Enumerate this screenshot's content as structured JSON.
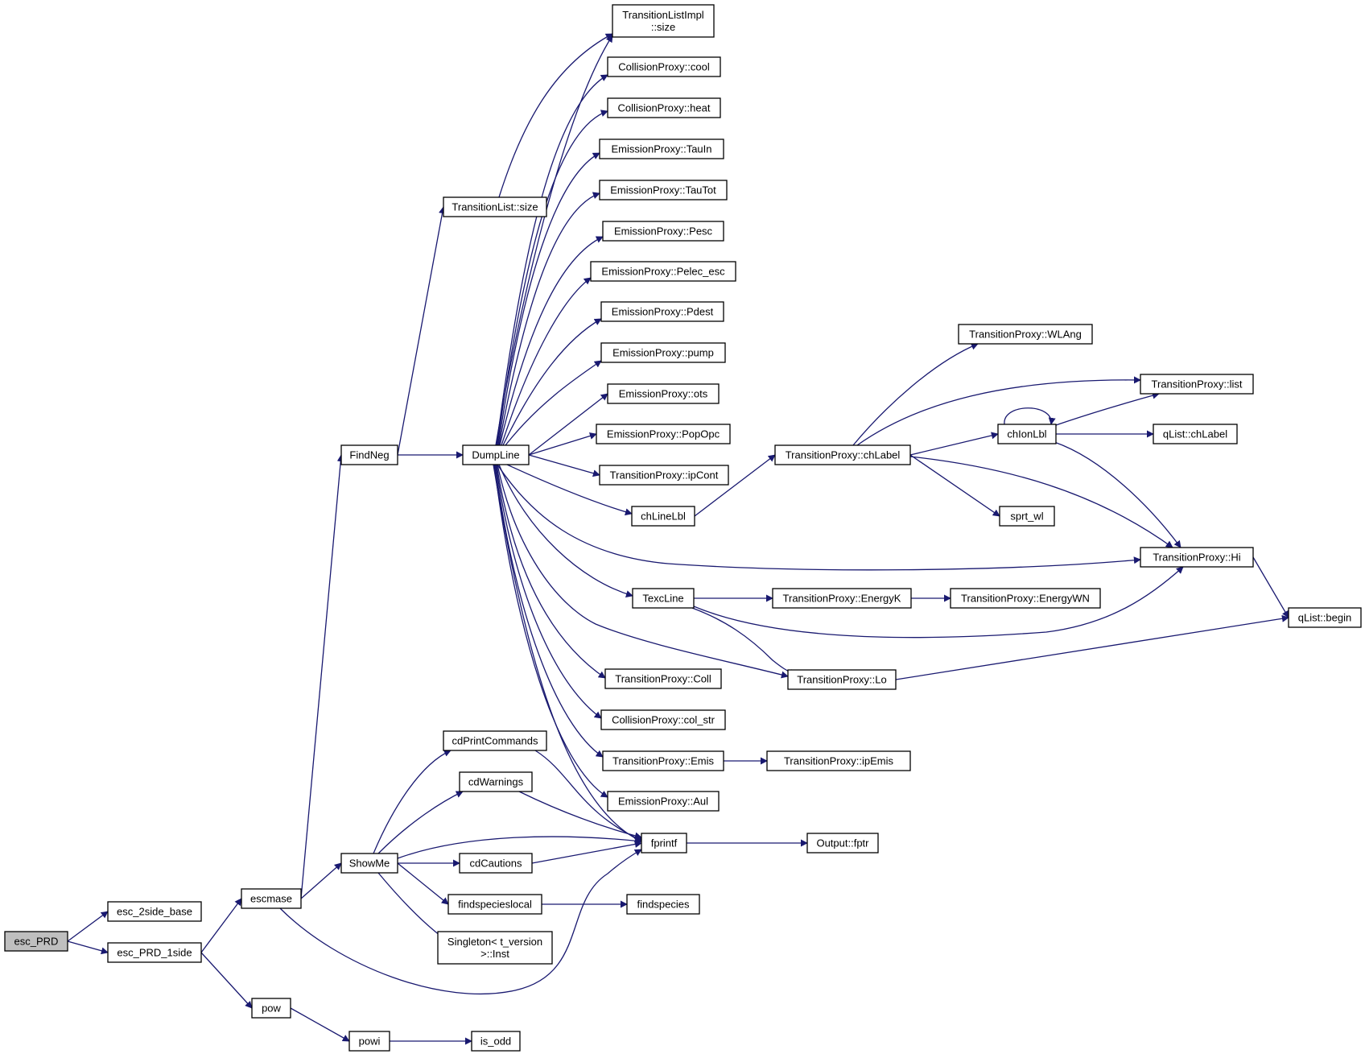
{
  "colors": {
    "edge": "#191970",
    "node_border": "#000000",
    "root_fill": "#bfbfbf",
    "node_fill": "#ffffff"
  },
  "nodes": [
    {
      "id": "esc_PRD",
      "lines": [
        "esc_PRD"
      ],
      "root": true
    },
    {
      "id": "esc_2side_base",
      "lines": [
        "esc_2side_base"
      ]
    },
    {
      "id": "esc_PRD_1side",
      "lines": [
        "esc_PRD_1side"
      ]
    },
    {
      "id": "escmase",
      "lines": [
        "escmase"
      ]
    },
    {
      "id": "pow",
      "lines": [
        "pow"
      ]
    },
    {
      "id": "powi",
      "lines": [
        "powi"
      ]
    },
    {
      "id": "is_odd",
      "lines": [
        "is_odd"
      ]
    },
    {
      "id": "FindNeg",
      "lines": [
        "FindNeg"
      ]
    },
    {
      "id": "ShowMe",
      "lines": [
        "ShowMe"
      ]
    },
    {
      "id": "TransitionList_size",
      "lines": [
        "TransitionList::size"
      ]
    },
    {
      "id": "TransitionListImpl_size",
      "lines": [
        "TransitionListImpl",
        "::size"
      ]
    },
    {
      "id": "DumpLine",
      "lines": [
        "DumpLine"
      ]
    },
    {
      "id": "CollisionProxy_cool",
      "lines": [
        "CollisionProxy::cool"
      ]
    },
    {
      "id": "CollisionProxy_heat",
      "lines": [
        "CollisionProxy::heat"
      ]
    },
    {
      "id": "EmissionProxy_TauIn",
      "lines": [
        "EmissionProxy::TauIn"
      ]
    },
    {
      "id": "EmissionProxy_TauTot",
      "lines": [
        "EmissionProxy::TauTot"
      ]
    },
    {
      "id": "EmissionProxy_Pesc",
      "lines": [
        "EmissionProxy::Pesc"
      ]
    },
    {
      "id": "EmissionProxy_Pelec_esc",
      "lines": [
        "EmissionProxy::Pelec_esc"
      ]
    },
    {
      "id": "EmissionProxy_Pdest",
      "lines": [
        "EmissionProxy::Pdest"
      ]
    },
    {
      "id": "EmissionProxy_pump",
      "lines": [
        "EmissionProxy::pump"
      ]
    },
    {
      "id": "EmissionProxy_ots",
      "lines": [
        "EmissionProxy::ots"
      ]
    },
    {
      "id": "EmissionProxy_PopOpc",
      "lines": [
        "EmissionProxy::PopOpc"
      ]
    },
    {
      "id": "TransitionProxy_ipCont",
      "lines": [
        "TransitionProxy::ipCont"
      ]
    },
    {
      "id": "chLineLbl",
      "lines": [
        "chLineLbl"
      ]
    },
    {
      "id": "TexcLine",
      "lines": [
        "TexcLine"
      ]
    },
    {
      "id": "TransitionProxy_Coll",
      "lines": [
        "TransitionProxy::Coll"
      ]
    },
    {
      "id": "CollisionProxy_col_str",
      "lines": [
        "CollisionProxy::col_str"
      ]
    },
    {
      "id": "TransitionProxy_Emis",
      "lines": [
        "TransitionProxy::Emis"
      ]
    },
    {
      "id": "EmissionProxy_Aul",
      "lines": [
        "EmissionProxy::Aul"
      ]
    },
    {
      "id": "cdPrintCommands",
      "lines": [
        "cdPrintCommands"
      ]
    },
    {
      "id": "cdWarnings",
      "lines": [
        "cdWarnings"
      ]
    },
    {
      "id": "cdCautions",
      "lines": [
        "cdCautions"
      ]
    },
    {
      "id": "findspecieslocal",
      "lines": [
        "findspecieslocal"
      ]
    },
    {
      "id": "Singleton_Inst",
      "lines": [
        "Singleton< t_version",
        ">::Inst"
      ]
    },
    {
      "id": "fprintf",
      "lines": [
        "fprintf"
      ]
    },
    {
      "id": "Output_fptr",
      "lines": [
        "Output::fptr"
      ]
    },
    {
      "id": "findspecies",
      "lines": [
        "findspecies"
      ]
    },
    {
      "id": "TransitionProxy_ipEmis",
      "lines": [
        "TransitionProxy::ipEmis"
      ]
    },
    {
      "id": "TransitionProxy_chLabel",
      "lines": [
        "TransitionProxy::chLabel"
      ]
    },
    {
      "id": "TransitionProxy_EnergyK",
      "lines": [
        "TransitionProxy::EnergyK"
      ]
    },
    {
      "id": "TransitionProxy_Lo",
      "lines": [
        "TransitionProxy::Lo"
      ]
    },
    {
      "id": "TransitionProxy_WLAng",
      "lines": [
        "TransitionProxy::WLAng"
      ]
    },
    {
      "id": "chIonLbl",
      "lines": [
        "chIonLbl"
      ]
    },
    {
      "id": "sprt_wl",
      "lines": [
        "sprt_wl"
      ]
    },
    {
      "id": "TransitionProxy_EnergyWN",
      "lines": [
        "TransitionProxy::EnergyWN"
      ]
    },
    {
      "id": "TransitionProxy_list",
      "lines": [
        "TransitionProxy::list"
      ]
    },
    {
      "id": "qList_chLabel",
      "lines": [
        "qList::chLabel"
      ]
    },
    {
      "id": "TransitionProxy_Hi",
      "lines": [
        "TransitionProxy::Hi"
      ]
    },
    {
      "id": "qList_begin",
      "lines": [
        "qList::begin"
      ]
    }
  ],
  "edges": [
    [
      "esc_PRD",
      "esc_2side_base"
    ],
    [
      "esc_PRD",
      "esc_PRD_1side"
    ],
    [
      "esc_PRD_1side",
      "escmase"
    ],
    [
      "esc_PRD_1side",
      "pow"
    ],
    [
      "pow",
      "powi"
    ],
    [
      "powi",
      "is_odd"
    ],
    [
      "escmase",
      "FindNeg"
    ],
    [
      "escmase",
      "ShowMe"
    ],
    [
      "escmase",
      "fprintf"
    ],
    [
      "FindNeg",
      "TransitionList_size"
    ],
    [
      "FindNeg",
      "DumpLine"
    ],
    [
      "TransitionList_size",
      "TransitionListImpl_size"
    ],
    [
      "DumpLine",
      "TransitionListImpl_size"
    ],
    [
      "DumpLine",
      "CollisionProxy_cool"
    ],
    [
      "DumpLine",
      "CollisionProxy_heat"
    ],
    [
      "DumpLine",
      "EmissionProxy_TauIn"
    ],
    [
      "DumpLine",
      "EmissionProxy_TauTot"
    ],
    [
      "DumpLine",
      "EmissionProxy_Pesc"
    ],
    [
      "DumpLine",
      "EmissionProxy_Pelec_esc"
    ],
    [
      "DumpLine",
      "EmissionProxy_Pdest"
    ],
    [
      "DumpLine",
      "EmissionProxy_pump"
    ],
    [
      "DumpLine",
      "EmissionProxy_ots"
    ],
    [
      "DumpLine",
      "EmissionProxy_PopOpc"
    ],
    [
      "DumpLine",
      "TransitionProxy_ipCont"
    ],
    [
      "DumpLine",
      "chLineLbl"
    ],
    [
      "DumpLine",
      "TransitionProxy_Hi"
    ],
    [
      "DumpLine",
      "TexcLine"
    ],
    [
      "DumpLine",
      "TransitionProxy_Lo"
    ],
    [
      "DumpLine",
      "TransitionProxy_Coll"
    ],
    [
      "DumpLine",
      "CollisionProxy_col_str"
    ],
    [
      "DumpLine",
      "TransitionProxy_Emis"
    ],
    [
      "DumpLine",
      "EmissionProxy_Aul"
    ],
    [
      "DumpLine",
      "fprintf"
    ],
    [
      "chLineLbl",
      "TransitionProxy_chLabel"
    ],
    [
      "TransitionProxy_chLabel",
      "TransitionProxy_WLAng"
    ],
    [
      "TransitionProxy_chLabel",
      "TransitionProxy_list"
    ],
    [
      "TransitionProxy_chLabel",
      "chIonLbl"
    ],
    [
      "TransitionProxy_chLabel",
      "sprt_wl"
    ],
    [
      "TransitionProxy_chLabel",
      "TransitionProxy_Hi"
    ],
    [
      "chIonLbl",
      "chIonLbl"
    ],
    [
      "chIonLbl",
      "TransitionProxy_list"
    ],
    [
      "chIonLbl",
      "qList_chLabel"
    ],
    [
      "chIonLbl",
      "TransitionProxy_Hi"
    ],
    [
      "TransitionProxy_Hi",
      "qList_begin"
    ],
    [
      "TexcLine",
      "TransitionProxy_EnergyK"
    ],
    [
      "TexcLine",
      "TransitionProxy_Hi"
    ],
    [
      "TexcLine",
      "TransitionProxy_Lo"
    ],
    [
      "TransitionProxy_EnergyK",
      "TransitionProxy_EnergyWN"
    ],
    [
      "TransitionProxy_Lo",
      "qList_begin"
    ],
    [
      "TransitionProxy_Emis",
      "TransitionProxy_ipEmis"
    ],
    [
      "ShowMe",
      "cdPrintCommands"
    ],
    [
      "ShowMe",
      "cdWarnings"
    ],
    [
      "ShowMe",
      "fprintf"
    ],
    [
      "ShowMe",
      "cdCautions"
    ],
    [
      "ShowMe",
      "findspecieslocal"
    ],
    [
      "ShowMe",
      "Singleton_Inst"
    ],
    [
      "cdPrintCommands",
      "fprintf"
    ],
    [
      "cdWarnings",
      "fprintf"
    ],
    [
      "cdCautions",
      "fprintf"
    ],
    [
      "findspecieslocal",
      "findspecies"
    ],
    [
      "fprintf",
      "Output_fptr"
    ]
  ]
}
